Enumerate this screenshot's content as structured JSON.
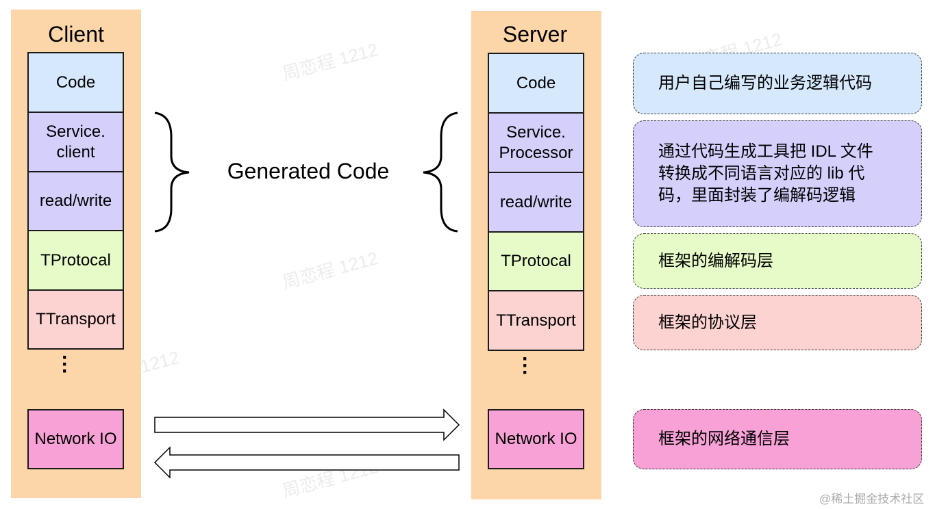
{
  "client": {
    "title": "Client",
    "layers": {
      "code": "Code",
      "service": "Service.\nclient",
      "read_write": "read/write",
      "protocol": "TProtocal",
      "transport": "TTransport",
      "network": "Network IO"
    }
  },
  "server": {
    "title": "Server",
    "layers": {
      "code": "Code",
      "service": "Service.\nProcessor",
      "read_write": "read/write",
      "protocol": "TProtocal",
      "transport": "TTransport",
      "network": "Network IO"
    }
  },
  "generated_code_label": "Generated Code",
  "notes": {
    "business": "用户自己编写的业务逻辑代码",
    "generated": "通过代码生成工具把 IDL 文件\n转换成不同语言对应的 lib 代\n码，里面封装了编解码逻辑",
    "codec": "框架的编解码层",
    "protocol": "框架的协议层",
    "network": "框架的网络通信层"
  },
  "watermark": "周恋程 1212",
  "credit": "@稀土掘金技术社区",
  "colors": {
    "column": "#fcd5a8",
    "code": "#d6e8fc",
    "generated": "#d4d0fb",
    "protocol": "#e6fbc8",
    "transport": "#fdd3d1",
    "network": "#f7a1d6"
  }
}
